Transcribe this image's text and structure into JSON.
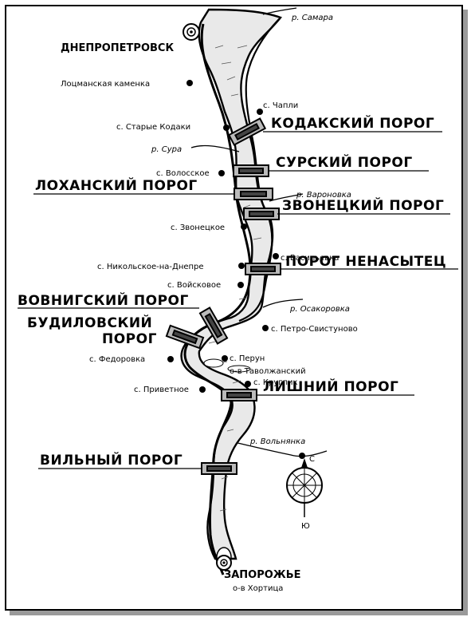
{
  "city_top": "ДНЕПРОПЕТРОВСК",
  "city_bottom": "ЗАПОРОЖЬЕ",
  "rivers": {
    "samara": "р. Самара",
    "sura": "р. Сура",
    "varonovka": "р. Вароновка",
    "osakorovka": "р. Осакоровка",
    "volnyanka": "р. Вольнянка"
  },
  "villages": {
    "lotsmanskaya": "Лоцманская каменка",
    "chapli": "с. Чапли",
    "starye_kodaki": "с. Старые Кодаки",
    "volosskoe": "с. Волосское",
    "zvonetskoe": "с. Звонецкое",
    "vasilievka": "с. Васильевка",
    "nikolskoe": "с. Никольское-на-Днепре",
    "voyskovoe": "с. Войсковое",
    "petro_svistunovo": "с. Петро-Свистуново",
    "perun": "с. Перун",
    "fedorovka": "с. Федоровка",
    "tavolzhansky": "о-в Таволжанский",
    "krutlik": "с. Кругпик",
    "privetnoe": "с. Приветное",
    "khortitsa": "о-в Хортица"
  },
  "rapids": {
    "kodaksky": "КОДАКСКИЙ ПОРОГ",
    "sursky": "СУРСКИЙ ПОРОГ",
    "lokhansky": "ЛОХАНСКИЙ ПОРОГ",
    "zvonetsky": "ЗВОНЕЦКИЙ ПОРОГ",
    "nenasytets": "ПОРОГ НЕНАСЫТЕЦ",
    "vovnigsky": "ВОВНИГСКИЙ ПОРОГ",
    "budilovsky_1": "БУДИЛОВСКИЙ",
    "budilovsky_2": "ПОРОГ",
    "lishny": "ЛИШНИЙ ПОРОГ",
    "vilny": "ВИЛЬНЫЙ ПОРОГ"
  },
  "compass": {
    "north": "С",
    "south": "Ю"
  }
}
